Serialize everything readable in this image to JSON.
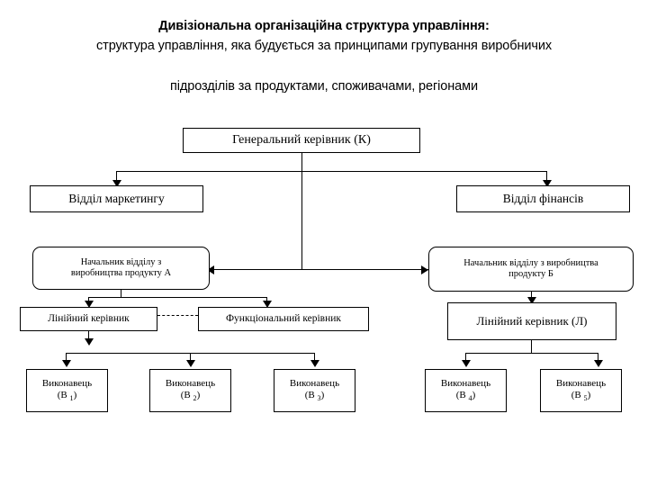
{
  "title": {
    "line1": "Дивізіональна організаційна структура управління:",
    "line2": "структура управління, яка будується за принципами групування виробничих",
    "line3": "підрозділів за продуктами, споживачами, регіонами"
  },
  "colors": {
    "background": "#ffffff",
    "line": "#000000",
    "text": "#000000",
    "box_fill": "#ffffff"
  },
  "chart_data": {
    "type": "diagram",
    "diagram_kind": "organizational-chart",
    "title": "Дивізіональна організаційна структура управління",
    "nodes": [
      {
        "id": "general",
        "label": "Генеральний керівник (К)",
        "level": 1,
        "shape": "rect"
      },
      {
        "id": "marketing",
        "label": "Відділ маркетингу",
        "level": 2,
        "shape": "rect"
      },
      {
        "id": "finance",
        "label": "Відділ фінансів",
        "level": 2,
        "shape": "rect"
      },
      {
        "id": "headA",
        "label": "Начальник відділу з виробництва продукту А",
        "level": 3,
        "shape": "rounded-rect"
      },
      {
        "id": "headB",
        "label": "Начальник відділу з виробництва продукту Б",
        "level": 3,
        "shape": "rounded-rect"
      },
      {
        "id": "lineMgrA",
        "label": "Лінійний керівник",
        "level": 4,
        "shape": "rect"
      },
      {
        "id": "funcMgrA",
        "label": "Функціональний керівник",
        "level": 4,
        "shape": "rect"
      },
      {
        "id": "lineMgrL",
        "label": "Лінійний  керівник (Л)",
        "level": 4,
        "shape": "rect"
      },
      {
        "id": "exec1",
        "label": "Виконавець",
        "sub_label": "(В 1)",
        "level": 5,
        "shape": "rect"
      },
      {
        "id": "exec2",
        "label": "Виконавець",
        "sub_label": "(В 2)",
        "level": 5,
        "shape": "rect"
      },
      {
        "id": "exec3",
        "label": "Виконавець",
        "sub_label": "(В 3)",
        "level": 5,
        "shape": "rect"
      },
      {
        "id": "exec4",
        "label": "Виконавець",
        "sub_label": "(В 4)",
        "level": 5,
        "shape": "rect"
      },
      {
        "id": "exec5",
        "label": "Виконавець",
        "sub_label": "(В 5)",
        "level": 5,
        "shape": "rect"
      }
    ],
    "edges": [
      {
        "from": "general",
        "to": "marketing",
        "style": "solid",
        "arrow": "down"
      },
      {
        "from": "general",
        "to": "finance",
        "style": "solid",
        "arrow": "down"
      },
      {
        "from": "general",
        "to": "headA",
        "style": "solid",
        "arrow": "left"
      },
      {
        "from": "general",
        "to": "headB",
        "style": "solid",
        "arrow": "right"
      },
      {
        "from": "headA",
        "to": "lineMgrA",
        "style": "solid",
        "arrow": "down"
      },
      {
        "from": "headA",
        "to": "funcMgrA",
        "style": "solid",
        "arrow": "down"
      },
      {
        "from": "headB",
        "to": "lineMgrL",
        "style": "solid",
        "arrow": "down"
      },
      {
        "from": "lineMgrA",
        "to": "funcMgrA",
        "style": "dashed",
        "arrow": "none"
      },
      {
        "from": "lineMgrA",
        "to": "exec1",
        "style": "solid",
        "arrow": "down"
      },
      {
        "from": "lineMgrA",
        "to": "exec2",
        "style": "solid",
        "arrow": "down"
      },
      {
        "from": "lineMgrA",
        "to": "exec3",
        "style": "solid",
        "arrow": "down"
      },
      {
        "from": "lineMgrL",
        "to": "exec4",
        "style": "solid",
        "arrow": "down"
      },
      {
        "from": "lineMgrL",
        "to": "exec5",
        "style": "solid",
        "arrow": "down"
      }
    ]
  },
  "nodes": {
    "general": {
      "label": "Генеральний керівник (К)"
    },
    "marketing": {
      "label": "Відділ маркетингу"
    },
    "finance": {
      "label": "Відділ фінансів"
    },
    "headA": {
      "line1": "Начальник відділу з",
      "line2": "виробництва продукту А"
    },
    "headB": {
      "line1": "Начальник відділу з виробництва",
      "line2": "продукту Б"
    },
    "lineMgrA": {
      "label": "Лінійний керівник"
    },
    "funcMgrA": {
      "label": "Функціональний керівник"
    },
    "lineMgrL": {
      "label": "Лінійний  керівник (Л)"
    },
    "exec1": {
      "label": "Виконавець",
      "code_prefix": "(В ",
      "code_num": "1",
      "code_suffix": ")"
    },
    "exec2": {
      "label": "Виконавець",
      "code_prefix": "(В ",
      "code_num": "2",
      "code_suffix": ")"
    },
    "exec3": {
      "label": "Виконавець",
      "code_prefix": "(В ",
      "code_num": "3",
      "code_suffix": ")"
    },
    "exec4": {
      "label": "Виконавець",
      "code_prefix": "(В ",
      "code_num": "4",
      "code_suffix": ")"
    },
    "exec5": {
      "label": "Виконавець",
      "code_prefix": "(В ",
      "code_num": "5",
      "code_suffix": ")"
    }
  }
}
